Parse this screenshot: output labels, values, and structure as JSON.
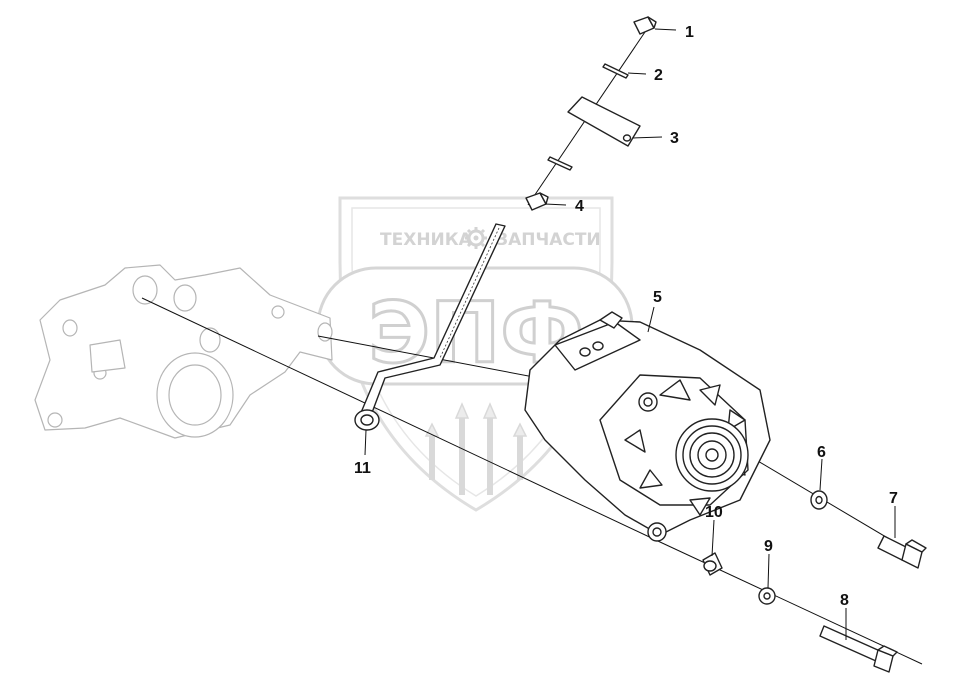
{
  "diagram": {
    "callouts": [
      {
        "num": "1"
      },
      {
        "num": "2"
      },
      {
        "num": "3"
      },
      {
        "num": "4"
      },
      {
        "num": "5"
      },
      {
        "num": "6"
      },
      {
        "num": "7"
      },
      {
        "num": "8"
      },
      {
        "num": "9"
      },
      {
        "num": "10"
      },
      {
        "num": "11"
      }
    ]
  },
  "watermark": {
    "top_left": "ТЕХНИКА",
    "top_right": "ЗАПЧАСТИ",
    "logo": "ЭПФ",
    "gear_icon": "gear-icon",
    "color": "#d3d3d3"
  }
}
